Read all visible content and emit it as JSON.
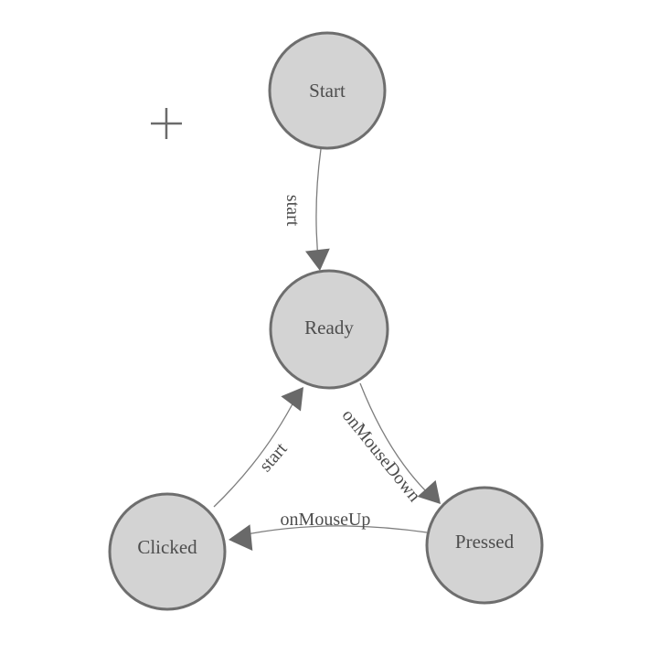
{
  "canvas": {
    "background_color": "#ffffff",
    "origin_marker": {
      "icon": "plus-crosshair",
      "color": "#6b6b6b"
    }
  },
  "diagram": {
    "type": "state-machine",
    "nodes": [
      {
        "id": "start",
        "label": "Start"
      },
      {
        "id": "ready",
        "label": "Ready"
      },
      {
        "id": "clicked",
        "label": "Clicked"
      },
      {
        "id": "pressed",
        "label": "Pressed"
      }
    ],
    "edges": [
      {
        "from": "start",
        "to": "ready",
        "label": "start"
      },
      {
        "from": "ready",
        "to": "pressed",
        "label": "onMouseDown"
      },
      {
        "from": "pressed",
        "to": "clicked",
        "label": "onMouseUp"
      },
      {
        "from": "clicked",
        "to": "ready",
        "label": "start"
      }
    ],
    "colors": {
      "node_fill": "#d3d3d3",
      "node_stroke": "#6e6e6e",
      "edge_stroke": "#7d7d7d",
      "arrow_fill": "#696969",
      "label_text": "#4d4d4d"
    }
  }
}
